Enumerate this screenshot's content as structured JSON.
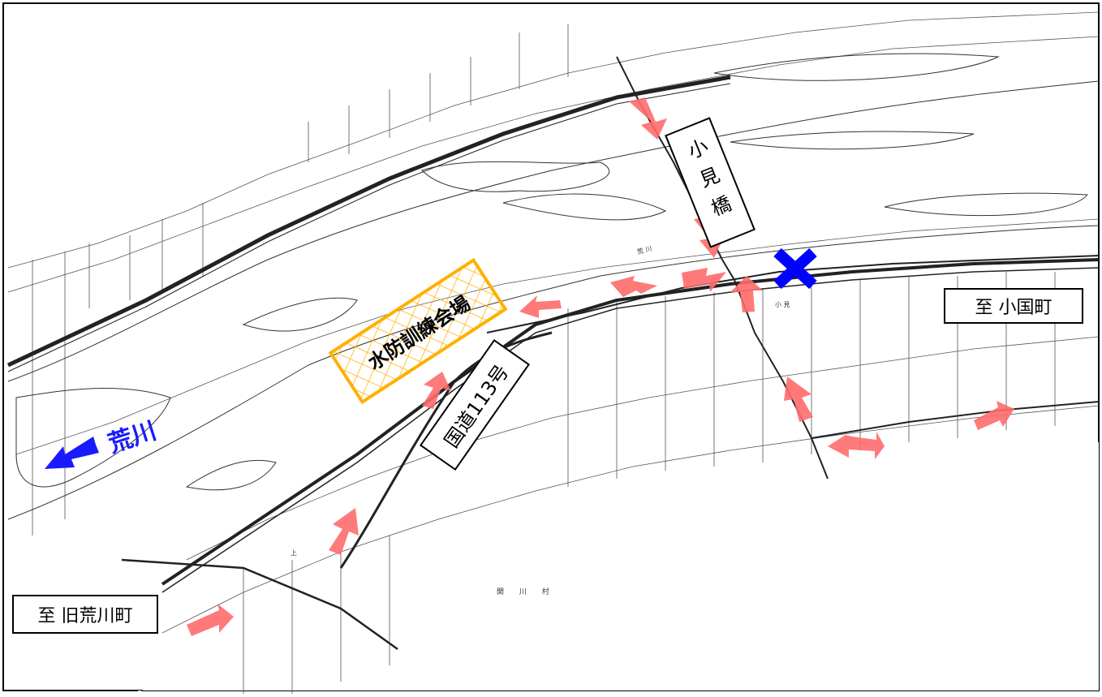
{
  "map": {
    "labels": {
      "bridge": "小見橋",
      "to_oguni": "至 小国町",
      "to_arakawa": "至 旧荒川町",
      "route": "国道113号",
      "venue": "水防訓練会場",
      "river": "荒川",
      "river_map": "荒 川",
      "district_omi": "小 見",
      "village": "関 川 村",
      "town_ue": "上"
    },
    "colors": {
      "arrow": "#ff6b6b",
      "closure_mark": "#0000ff",
      "venue_border": "#ffb000",
      "river_label": "#1a1aff",
      "frame": "#000000"
    },
    "icons": {
      "closure": "x-mark-icon",
      "river_direction": "arrow-left-icon",
      "traffic": "red-arrow-icon"
    }
  }
}
